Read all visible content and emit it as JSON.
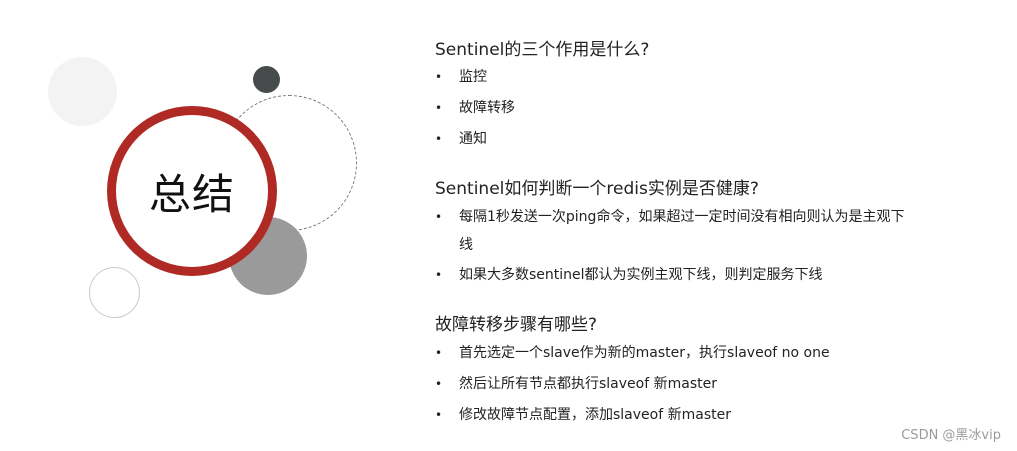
{
  "summary": {
    "title": "总结"
  },
  "sections": [
    {
      "heading": "Sentinel的三个作用是什么?",
      "items": [
        "监控",
        "故障转移",
        "通知"
      ]
    },
    {
      "heading": "Sentinel如何判断一个redis实例是否健康?",
      "items": [
        "每隔1秒发送一次ping命令，如果超过一定时间没有相向则认为是主观下线",
        "如果大多数sentinel都认为实例主观下线，则判定服务下线"
      ]
    },
    {
      "heading": "故障转移步骤有哪些?",
      "items": [
        "首先选定一个slave作为新的master，执行slaveof no one",
        "然后让所有节点都执行slaveof 新master",
        "修改故障节点配置，添加slaveof 新master"
      ]
    }
  ],
  "bullet": "•",
  "watermark": "CSDN @黑冰vip",
  "colors": {
    "accent_ring": "#b02a25",
    "dark_dot": "#474b4b",
    "grey_circle": "#9a9a9a",
    "light_circle": "#f3f3f3"
  }
}
